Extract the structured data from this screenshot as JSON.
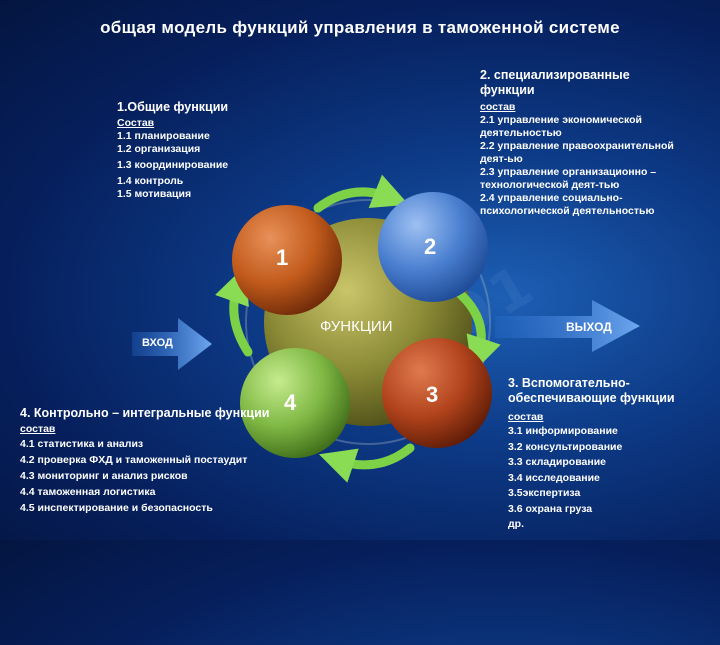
{
  "title": "общая модель функций управления в таможенной системе",
  "background_watermark": "010101",
  "center_label": "ФУНКЦИИ",
  "input_label": "ВХОД",
  "output_label": "ВЫХОД",
  "circles": [
    {
      "number": "1",
      "color": "#c25b1c"
    },
    {
      "number": "2",
      "color": "#4a7fd0"
    },
    {
      "number": "3",
      "color": "#b1431c"
    },
    {
      "number": "4",
      "color": "#7fb844"
    }
  ],
  "center_color": "#8b8a36",
  "arrow_color": "#7cd146",
  "block1": {
    "heading": "1.Общие функции",
    "subheading": "Состав",
    "items": [
      "1.1 планирование",
      "1.2 организация",
      "1.3 координирование",
      "1.4 контроль",
      "1.5 мотивация"
    ]
  },
  "block2": {
    "heading": "2. специализированные функции",
    "subheading": "состав",
    "items": [
      "2.1 управление экономической деятельностью",
      "2.2 управление правоохранительной деят-ью",
      "2.3 управление организационно – технологической деят-тью",
      "2.4 управление социально-психологической деятельностью"
    ]
  },
  "block3": {
    "heading": "3. Вспомогательно-обеспечивающие функции",
    "subheading": "состав",
    "items": [
      "3.1 информирование",
      "3.2 консультирование",
      "3.3 складирование",
      "3.4 исследование",
      "3.5экспертиза",
      "3.6 охрана груза",
      "др."
    ]
  },
  "block4": {
    "heading": "4. Контрольно – интегральные функции",
    "subheading": "состав",
    "items": [
      "4.1 статистика и анализ",
      "4.2 проверка ФХД и таможенный постаудит",
      "4.3 мониторинг и анализ рисков",
      "4.4 таможенная логистика",
      "4.5 инспектирование и безопасность"
    ]
  }
}
